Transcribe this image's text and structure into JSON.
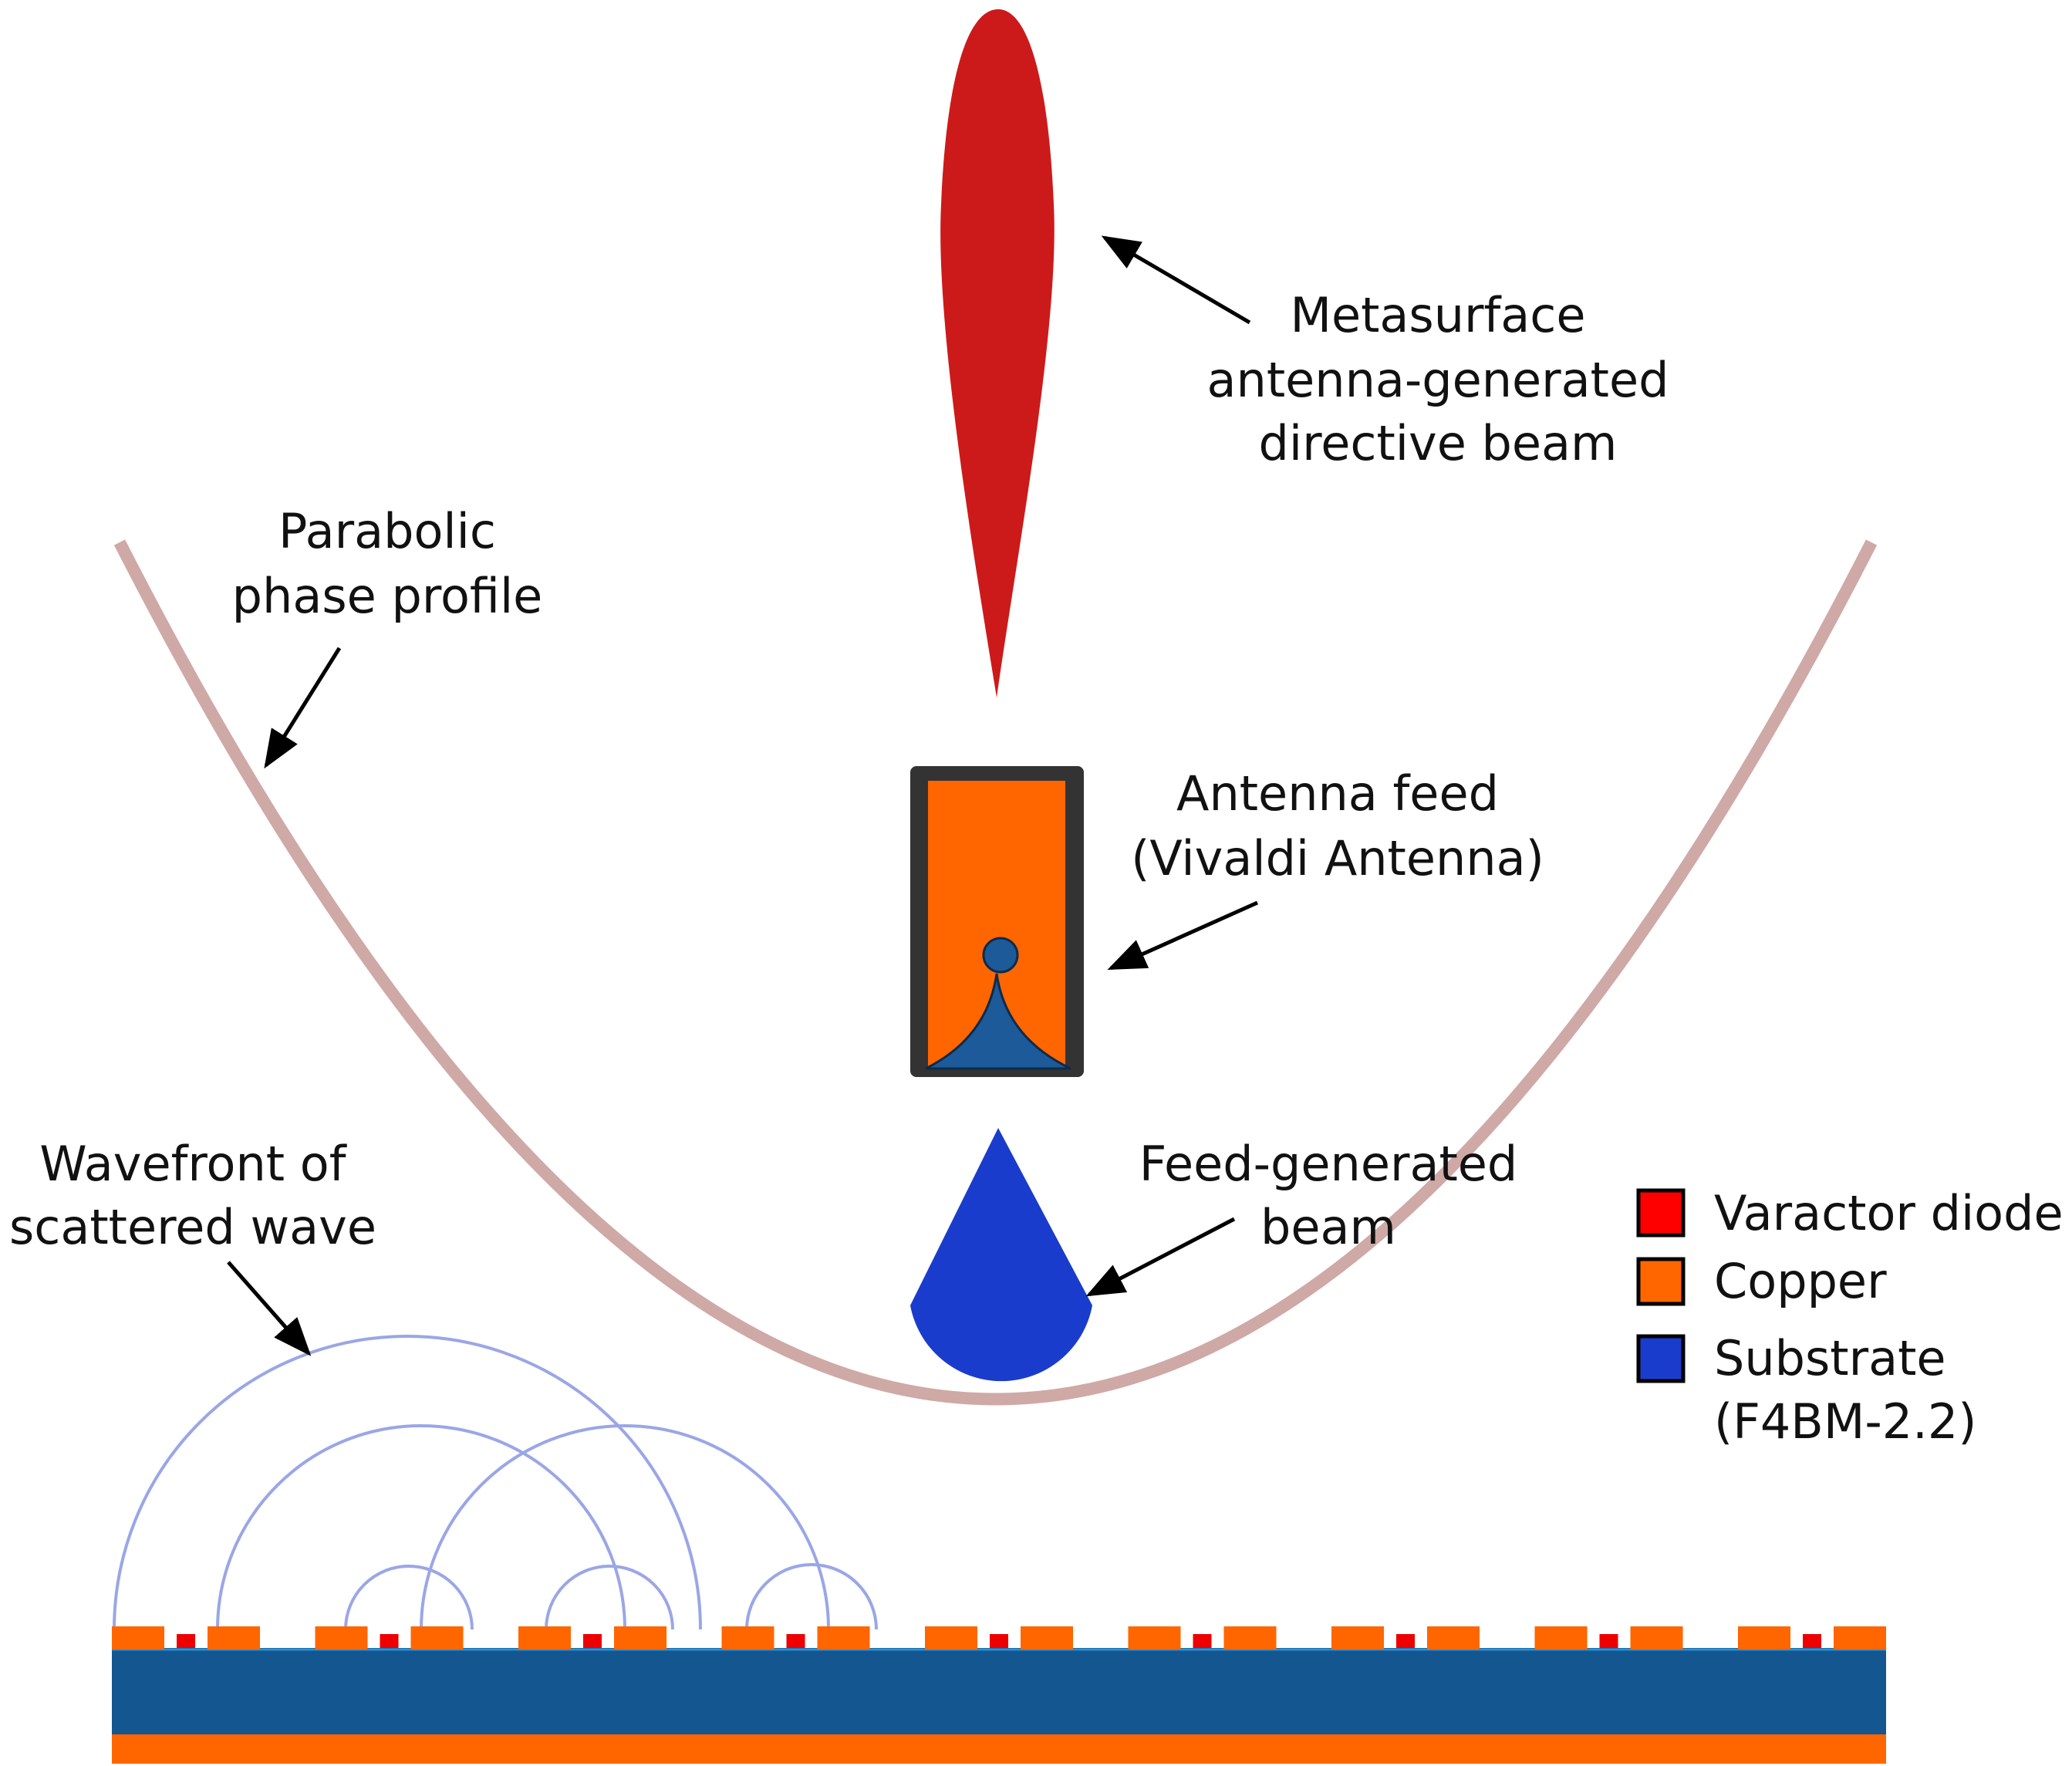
{
  "labels": {
    "metasurface_beam": [
      "Metasurface",
      "antenna-generated",
      "directive beam"
    ],
    "parabolic": [
      "Parabolic",
      "phase profile"
    ],
    "antenna_feed": [
      "Antenna feed",
      "(Vivaldi Antenna)"
    ],
    "wavefront": [
      "Wavefront of",
      "scattered wave"
    ],
    "feed_beam": [
      "Feed-generated",
      "beam"
    ]
  },
  "legend": [
    {
      "label": "Varactor diode",
      "color": "#ff0000"
    },
    {
      "label": "Copper",
      "color": "#ff6600"
    },
    {
      "label": "Substrate",
      "label2": "(F4BM-2.2)",
      "color": "#1a3ccc"
    }
  ],
  "colors": {
    "directive_beam": "#cc1a1a",
    "feed_beam": "#1a3ccc",
    "parabola": "#cfa9a6",
    "wavefront": "#9aa6e6",
    "copper": "#ff6600",
    "substrate": "#14568f",
    "varactor": "#ee0000",
    "vivaldi_frame": "#333333",
    "vivaldi_flare": "#1d5a9a"
  },
  "unit_cells": 9
}
